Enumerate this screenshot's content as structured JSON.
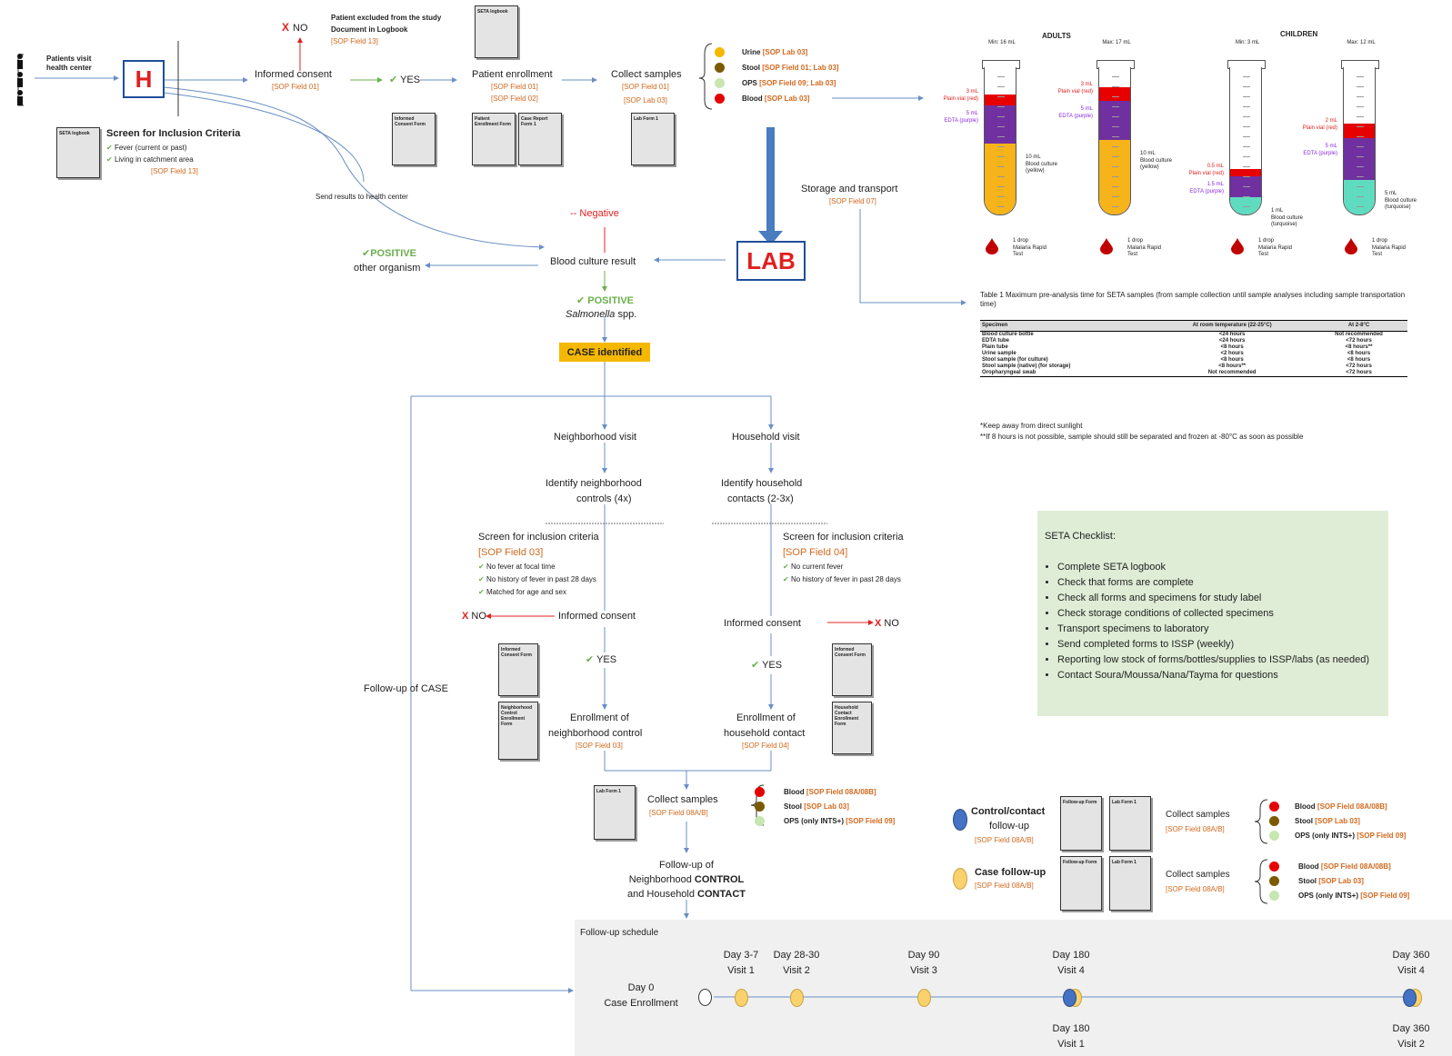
{
  "colors": {
    "accent_red": "#e02020",
    "sop_orange": "#d2691e",
    "yes_green": "#6ab04c",
    "lab_blue": "#1f4e9a",
    "case_gold": "#f5b800",
    "checklist_bg": "#dfecd6",
    "blood": "#e60000",
    "stool": "#7b5a00",
    "ops": "#c8e6b0",
    "urine": "#f5b800",
    "culture_yellow": "#f6b41a",
    "edta_purple": "#7030a0",
    "culture_turq": "#5fdcc0",
    "contact_blue": "#4472c4",
    "case_yellow": "#f9d26d"
  },
  "icons": {
    "patients": "person-icon",
    "health_center": "H",
    "lab": "LAB",
    "check": "✔",
    "no": "X"
  },
  "top": {
    "patients_visit": "Patients visit health center",
    "seta_logbook": "SETA logbook",
    "screen_title": "Screen for Inclusion Criteria",
    "screen_items": [
      "Fever (current or past)",
      "Living in catchment area"
    ],
    "screen_sop": "[SOP Field 13]",
    "informed_consent": "Informed consent",
    "informed_consent_sop": "[SOP Field 01]",
    "no": "NO",
    "excluded": "Patient excluded from the study",
    "excluded2": "Document in Logbook",
    "excluded_sop": "[SOP Field 13]",
    "yes": "YES",
    "ic_form": "Informed Consent Form",
    "enrollment": "Patient enrollment",
    "enrollment_sop1": "[SOP Field 01]",
    "enrollment_sop2": "[SOP Field 02]",
    "pe_form": "Patient Enrollment Form",
    "crf_form": "Case Report Form 1",
    "collect": "Collect samples",
    "collect_sop1": "[SOP Field 01]",
    "collect_sop2": "[SOP Lab 03]",
    "lab_form": "Lab Form 1",
    "samples": [
      {
        "label": "Urine",
        "sop": "[SOP Lab 03]"
      },
      {
        "label": "Stool",
        "sop": "[SOP Field 01; Lab 03]"
      },
      {
        "label": "OPS",
        "sop": "[SOP Field 09; Lab 03]"
      },
      {
        "label": "Blood",
        "sop": "[SOP Lab 03]"
      }
    ],
    "send_results": "Send results to health center",
    "storage": "Storage and transport",
    "storage_sop": "[SOP Field 07]",
    "lab": "LAB",
    "negative": "Negative",
    "blood_culture_result": "Blood culture result",
    "positive": "POSITIVE",
    "other_organism": "other organism",
    "salmonella": "Salmonella",
    "salmonella_spp": "spp.",
    "case_identified": "CASE identified"
  },
  "tubes": {
    "adults": "ADULTS",
    "children": "CHILDREN",
    "items": [
      {
        "max": "Min: 16 mL",
        "red": "3 mL",
        "red_label": "Plain vial (red)",
        "pur": "5 mL",
        "pur_label": "EDTA (purple)",
        "cult": "10 mL",
        "cult_label": "Blood culture (yellow)",
        "drop": "1 drop",
        "drop_label": "Malaria Rapid Test"
      },
      {
        "max": "Max: 17 mL",
        "red": "3 mL",
        "red_label": "Plain vial (red)",
        "pur": "5 mL",
        "pur_label": "EDTA (purple)",
        "cult": "10 mL",
        "cult_label": "Blood culture (yellow)",
        "drop": "1 drop",
        "drop_label": "Malaria Rapid Test"
      },
      {
        "max": "Min: 3 mL",
        "red": "0.5 mL",
        "red_label": "Plain vial (red)",
        "pur": "1.5 mL",
        "pur_label": "EDTA (purple)",
        "cult": "1 mL",
        "cult_label": "Blood culture (turquoise)",
        "drop": "1 drop",
        "drop_label": "Malaria Rapid Test"
      },
      {
        "max": "Max: 12 mL",
        "red": "2 mL",
        "red_label": "Plain vial (red)",
        "pur": "5 mL",
        "pur_label": "EDTA (purple)",
        "cult": "5 mL",
        "cult_label": "Blood culture (turquoise)",
        "drop": "1 drop",
        "drop_label": "Malaria Rapid Test"
      }
    ]
  },
  "table": {
    "caption": "Table 1 Maximum pre-analysis time for SETA samples (from sample collection until sample analyses including sample transportation time)",
    "headers": [
      "Specimen",
      "At room temperature (22-25°C)",
      "At 2-8°C"
    ],
    "rows": [
      [
        "Blood culture bottle",
        "<24 hours",
        "Not recommended"
      ],
      [
        "EDTA tube",
        "<24 hours",
        "<72 hours"
      ],
      [
        "Plain tube",
        "<8 hours",
        "<8 hours**"
      ],
      [
        "Urine sample",
        "<2 hours",
        "<8 hours"
      ],
      [
        "Stool sample (for culture)",
        "<8 hours",
        "<8 hours"
      ],
      [
        "Stool sample (native) (for storage)",
        "<8 hours**",
        "<72 hours"
      ],
      [
        "Oropharyngeal swab",
        "Not recommended",
        "<72 hours"
      ]
    ],
    "note1": "*Keep away from direct sunlight",
    "note2": "**If 8 hours is not possible, sample should still be separated and frozen at -80°C as soon as possible"
  },
  "checklist": {
    "title": "SETA Checklist:",
    "items": [
      "Complete SETA logbook",
      "Check that forms are complete",
      "Check all forms and specimens for study label",
      "Check storage conditions of collected specimens",
      "Transport specimens to laboratory",
      "Send completed forms to ISSP (weekly)",
      "Reporting low stock of forms/bottles/supplies to ISSP/labs (as needed)",
      "Contact Soura/Moussa/Nana/Tayma for questions"
    ]
  },
  "neighborhood": {
    "visit": "Neighborhood visit",
    "identify1": "Identify neighborhood",
    "identify2": "controls (4x)",
    "screen": "Screen for inclusion criteria",
    "screen_sop": "[SOP Field 03]",
    "criteria": [
      "No fever at focal time",
      "No history of fever in past 28 days",
      "Matched for age and sex"
    ],
    "consent": "Informed consent",
    "no": "NO",
    "yes": "YES",
    "ic_form": "Informed Consent Form",
    "enroll_form": "Neighborhood Control Enrollment Form",
    "enroll1": "Enrollment of",
    "enroll2": "neighborhood control",
    "enroll_sop": "[SOP Field 03]"
  },
  "household": {
    "visit": "Household visit",
    "identify1": "Identify household",
    "identify2": "contacts (2-3x)",
    "screen": "Screen for inclusion criteria",
    "screen_sop": "[SOP Field 04]",
    "criteria": [
      "No current fever",
      "No history of fever in past 28 days"
    ],
    "consent": "Informed consent",
    "no": "NO",
    "yes": "YES",
    "ic_form": "Informed Consent Form",
    "enroll_form": "Household Contact Enrollment Form",
    "enroll1": "Enrollment of",
    "enroll2": "household contact",
    "enroll_sop": "[SOP Field 04]"
  },
  "followup": {
    "case": "Follow-up of CASE",
    "lab_form": "Lab Form 1",
    "collect": "Collect samples",
    "collect_sop": "[SOP Field 08A/B]",
    "samples": [
      {
        "label": "Blood",
        "sop": "[SOP Field 08A/08B]"
      },
      {
        "label": "Stool",
        "sop": "[SOP Lab 03]"
      },
      {
        "label": "OPS (only INTS+)",
        "sop": "[SOP Field 09]"
      }
    ],
    "fu1": "Follow-up of",
    "fu2a": "Neighborhood ",
    "fu2b": "CONTROL",
    "fu3a": "and Household ",
    "fu3b": "CONTACT",
    "contact_fu1": "Control/contact",
    "contact_fu2": "follow-up",
    "contact_sop": "[SOP Field 08A/B]",
    "case_fu": "Case follow-up",
    "case_sop": "[SOP Field 08A/B]",
    "fu_form": "Follow-up Form",
    "schedule": "Follow-up schedule",
    "day0a": "Day 0",
    "day0b": "Case Enrollment",
    "visits": [
      {
        "day": "Day 3-7",
        "visit": "Visit 1"
      },
      {
        "day": "Day 28-30",
        "visit": "Visit 2"
      },
      {
        "day": "Day 90",
        "visit": "Visit 3"
      },
      {
        "day": "Day 180",
        "visit": "Visit 4"
      },
      {
        "day": "Day 360",
        "visit": "Visit 4"
      }
    ],
    "below": [
      {
        "day": "Day 180",
        "visit": "Visit 1"
      },
      {
        "day": "Day 360",
        "visit": "Visit 2"
      }
    ]
  }
}
